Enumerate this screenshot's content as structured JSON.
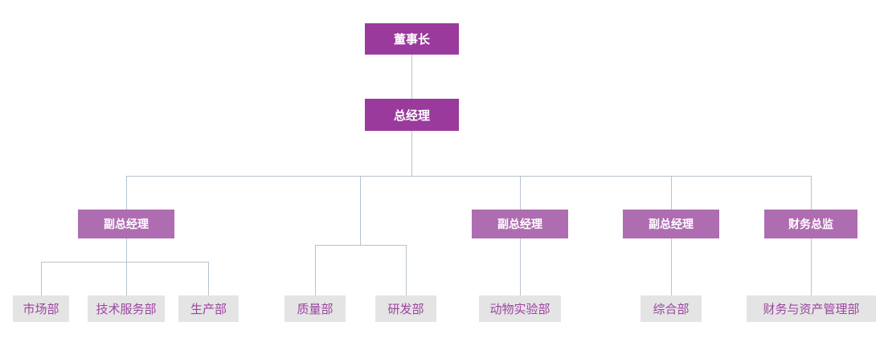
{
  "diagram": {
    "type": "org-chart",
    "levels": 4
  },
  "colors": {
    "level1_fill": "#9A3A9C",
    "level3_fill": "#AF6DB1",
    "leaf_fill": "#E4E4E4",
    "leaf_text": "#9C44A0",
    "box_text": "#FFFFFF",
    "connector": "#B7C3CD",
    "background": "#FFFFFF"
  },
  "nodes": [
    {
      "id": "chairman",
      "label": "董事长",
      "level": 1,
      "parent": null
    },
    {
      "id": "gm",
      "label": "总经理",
      "level": 2,
      "parent": "董事长"
    },
    {
      "id": "vp1",
      "label": "副总经理",
      "level": 3,
      "parent": "总经理"
    },
    {
      "id": "vp2",
      "label": "副总经理",
      "level": 3,
      "parent": "总经理"
    },
    {
      "id": "vp3",
      "label": "副总经理",
      "level": 3,
      "parent": "总经理"
    },
    {
      "id": "cfo",
      "label": "财务总监",
      "level": 3,
      "parent": "总经理"
    },
    {
      "id": "marketing",
      "label": "市场部",
      "level": 4,
      "parent": "副总经理(1)"
    },
    {
      "id": "tech-service",
      "label": "技术服务部",
      "level": 4,
      "parent": "副总经理(1)"
    },
    {
      "id": "production",
      "label": "生产部",
      "level": 4,
      "parent": "副总经理(1)"
    },
    {
      "id": "quality",
      "label": "质量部",
      "level": 4,
      "parent": "总经理"
    },
    {
      "id": "rd",
      "label": "研发部",
      "level": 4,
      "parent": "总经理"
    },
    {
      "id": "animal-lab",
      "label": "动物实验部",
      "level": 4,
      "parent": "副总经理(2)"
    },
    {
      "id": "general",
      "label": "综合部",
      "level": 4,
      "parent": "副总经理(3)"
    },
    {
      "id": "finance-asset",
      "label": "财务与资产管理部",
      "level": 4,
      "parent": "财务总监"
    }
  ]
}
